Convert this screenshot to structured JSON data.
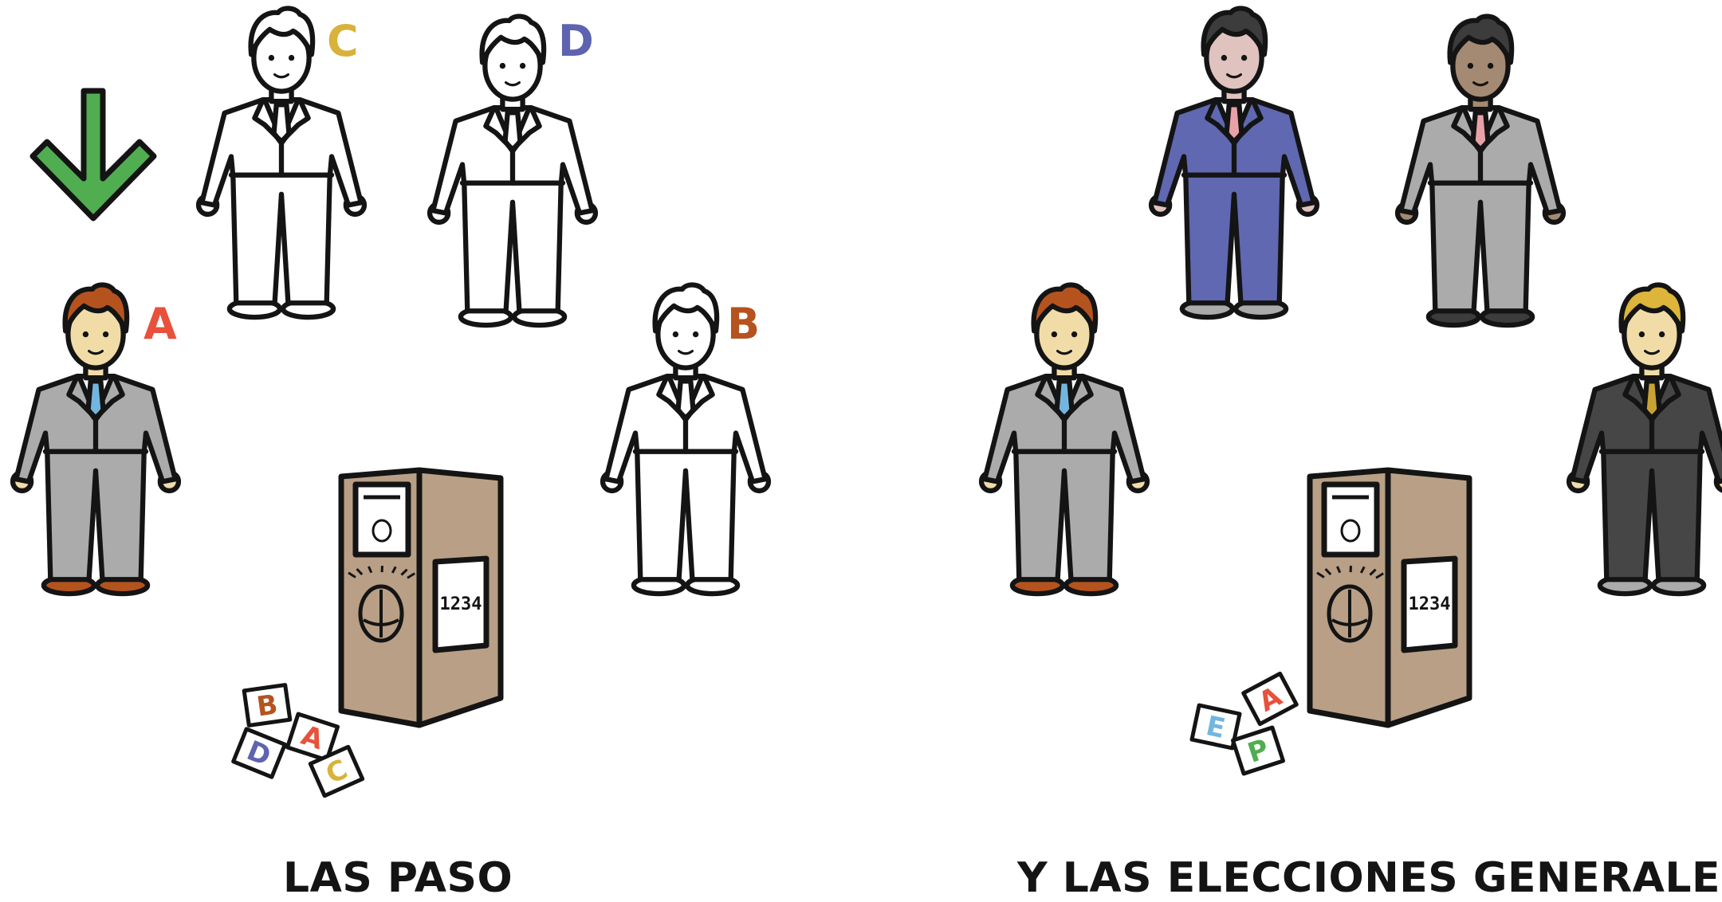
{
  "panels": [
    {
      "caption": "LAS PASO",
      "candidates": [
        {
          "letter": "C",
          "letter_color": "#d8b23a",
          "suit": "#ffffff",
          "skin": "#ffffff",
          "hair": "#ffffff",
          "tie": "#ffffff",
          "shoes": "#ffffff"
        },
        {
          "letter": "D",
          "letter_color": "#5d63b0",
          "suit": "#ffffff",
          "skin": "#ffffff",
          "hair": "#ffffff",
          "tie": "#ffffff",
          "shoes": "#ffffff"
        },
        {
          "letter": "A",
          "letter_color": "#e8513b",
          "suit": "#ababab",
          "skin": "#f1dca8",
          "hair": "#b5531f",
          "tie": "#72b6df",
          "shoes": "#b5531f"
        },
        {
          "letter": "B",
          "letter_color": "#b5531f",
          "suit": "#ffffff",
          "skin": "#ffffff",
          "hair": "#ffffff",
          "tie": "#ffffff",
          "shoes": "#ffffff"
        }
      ],
      "ballot_box": {
        "label": "1234",
        "body_color": "#b89f86"
      },
      "ballots": [
        {
          "letter": "B",
          "color": "#b5531f"
        },
        {
          "letter": "A",
          "color": "#e8513b"
        },
        {
          "letter": "D",
          "color": "#5d63b0"
        },
        {
          "letter": "C",
          "color": "#d8b23a"
        }
      ],
      "arrow": {
        "color": "#50ad50",
        "icon": "arrow-down-icon"
      }
    },
    {
      "caption": "Y LAS ELECCIONES GENERALES",
      "candidates": [
        {
          "suit": "#5f68b1",
          "skin": "#e0c2be",
          "hair": "#3c3c3c",
          "tie": "#e8a2a7",
          "shoes": "#ababab"
        },
        {
          "suit": "#ababab",
          "skin": "#a48a73",
          "hair": "#3c3c3c",
          "tie": "#e8a2a7",
          "shoes": "#3c3c3c"
        },
        {
          "suit": "#ababab",
          "skin": "#f1dca8",
          "hair": "#b5531f",
          "tie": "#72b6df",
          "shoes": "#b5531f"
        },
        {
          "suit": "#464646",
          "skin": "#f1dca8",
          "hair": "#dcb53a",
          "tie": "#c9a236",
          "shoes": "#ababab"
        }
      ],
      "ballot_box": {
        "label": "1234",
        "body_color": "#b89f86"
      },
      "ballots": [
        {
          "letter": "A",
          "color": "#e8513b"
        },
        {
          "letter": "E",
          "color": "#72b6df"
        },
        {
          "letter": "P",
          "color": "#50ad50"
        }
      ]
    }
  ]
}
